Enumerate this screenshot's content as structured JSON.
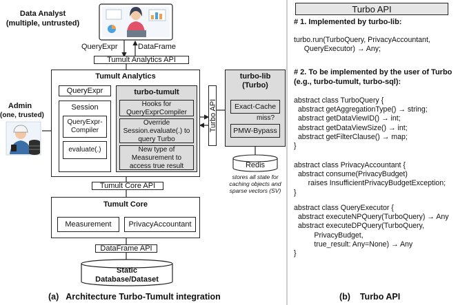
{
  "left": {
    "data_analyst_title": "Data Analyst",
    "data_analyst_sub": "(multiple, untrusted)",
    "queryexpr_label": "QueryExpr",
    "dataframe_label": "DataFrame",
    "tumult_analytics_api": "Tumult Analytics API",
    "tumult_analytics_title": "Tumult Analytics",
    "queryexpr_box": "QueryExpr",
    "session_title": "Session",
    "queryexpr_compiler": "QueryExpr-\nCompiler",
    "evaluate": "evaluate(.)",
    "turbo_tumult_title": "turbo-tumult",
    "hooks": "Hooks for\nQueryExprCompiler",
    "override": "Override\nSession.evaluate(.) to\nquery Turbo",
    "new_type": "New type of\nMeasurement to\naccess true result",
    "admin_title": "Admin",
    "admin_sub": "(one, trusted)",
    "turbo_api_vertical": "Turbo API",
    "turbo_lib_title": "turbo-lib\n(Turbo)",
    "exact_cache": "Exact-Cache",
    "miss": "miss?",
    "pmw_bypass": "PMW-Bypass",
    "redis": "Redis",
    "redis_note": "stores all state for\ncaching objects and\nsparse vectors (SV)",
    "tumult_core_api": "Tumult Core API",
    "tumult_core_title": "Tumult Core",
    "measurement": "Measurement",
    "privacy_accountant": "PrivacyAccountant",
    "dataframe_api": "DataFrame API",
    "static_db": "Static\nDatabase/Dataset",
    "caption": "(a)   Architecture Turbo-Tumult integration"
  },
  "right": {
    "title": "Turbo API",
    "section1": "# 1. Implemented by turbo-lib:",
    "code1": "turbo.run(TurboQuery, PrivacyAccountant,\n     QueryExecutor) → Any;",
    "section2": "# 2. To be implemented by the user of Turbo\n(e.g., turbo-tumult, turbo-sql):",
    "code2": "abstract class TurboQuery {\n  abstract getAggregationType() → string;\n  abstract getDataViewID() → int;\n  abstract getDataViewSize() → int;\n  abstract getFilterClause() → map;\n}",
    "code3": "abstract class PrivacyAccountant {\n  abstract consume(PrivacyBudget)\n       raises InsufficientPrivacyBudgetException;\n}",
    "code4": "abstract class QueryExecutor {\n  abstract executeNPQuery(TurboQuery) → Any\n  abstract executeDPQuery(TurboQuery,\n          PrivacyBudget,\n          true_result: Any=None) → Any\n}",
    "caption": "(b)    Turbo API"
  }
}
